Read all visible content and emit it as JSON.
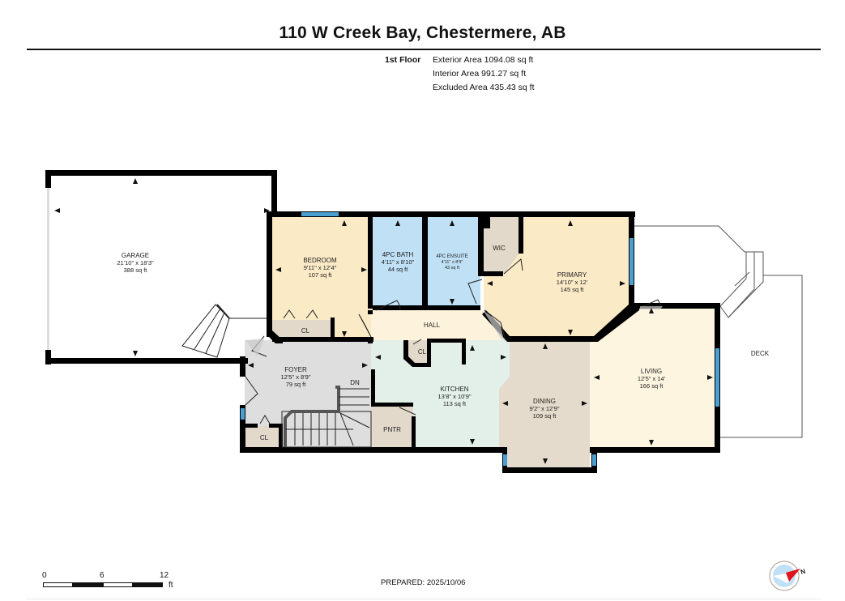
{
  "header": {
    "title": "110 W Creek Bay, Chestermere, AB",
    "floor_label": "1st Floor",
    "areas": [
      "Exterior Area 1094.08 sq ft",
      "Interior Area 991.27 sq ft",
      "Excluded Area 435.43 sq ft"
    ]
  },
  "rooms": {
    "garage": {
      "name": "GARAGE",
      "dims": "21'10\" x 18'3\"",
      "area": "388 sq ft"
    },
    "bedroom": {
      "name": "BEDROOM",
      "dims": "9'11\" x 12'4\"",
      "area": "107 sq ft"
    },
    "bath": {
      "name": "4PC BATH",
      "dims": "4'11\" x 8'10\"",
      "area": "44 sq ft"
    },
    "ensuite": {
      "name": "4PC ENSUITE",
      "dims": "4'11\" x 8'9\"",
      "area": "43 sq ft"
    },
    "wic": {
      "name": "WIC"
    },
    "primary": {
      "name": "PRIMARY",
      "dims": "14'10\" x 12'",
      "area": "145 sq ft"
    },
    "hall": {
      "name": "HALL"
    },
    "bedroom_cl": {
      "name": "CL"
    },
    "hall_cl": {
      "name": "CL"
    },
    "foyer": {
      "name": "FOYER",
      "dims": "12'5\" x 8'9\"",
      "area": "79 sq ft"
    },
    "stairs": {
      "name": "DN"
    },
    "foyer_cl": {
      "name": "CL"
    },
    "pantry": {
      "name": "PNTR"
    },
    "kitchen": {
      "name": "KITCHEN",
      "dims": "13'8\" x 10'9\"",
      "area": "113 sq ft"
    },
    "dining": {
      "name": "DINING",
      "dims": "9'2\" x 12'9\"",
      "area": "109 sq ft"
    },
    "living": {
      "name": "LIVING",
      "dims": "12'5\" x 14'",
      "area": "166 sq ft"
    },
    "deck": {
      "name": "DECK"
    }
  },
  "scale_bar": {
    "ticks": [
      "0",
      "6",
      "12"
    ],
    "unit": "ft"
  },
  "footer": {
    "prepared": "PREPARED: 2025/10/06",
    "compass_label": "N"
  },
  "colors": {
    "wall": "#000000",
    "bedroom": "#fbeac6",
    "bath": "#bfe0f5",
    "closet": "#e3d9ca",
    "hall": "#fdf3dc",
    "foyer": "#dedede",
    "kitchen": "#e3f0ea",
    "dining": "#e5dbcc",
    "living": "#fdf5e0",
    "window": "#4a9fd0"
  }
}
